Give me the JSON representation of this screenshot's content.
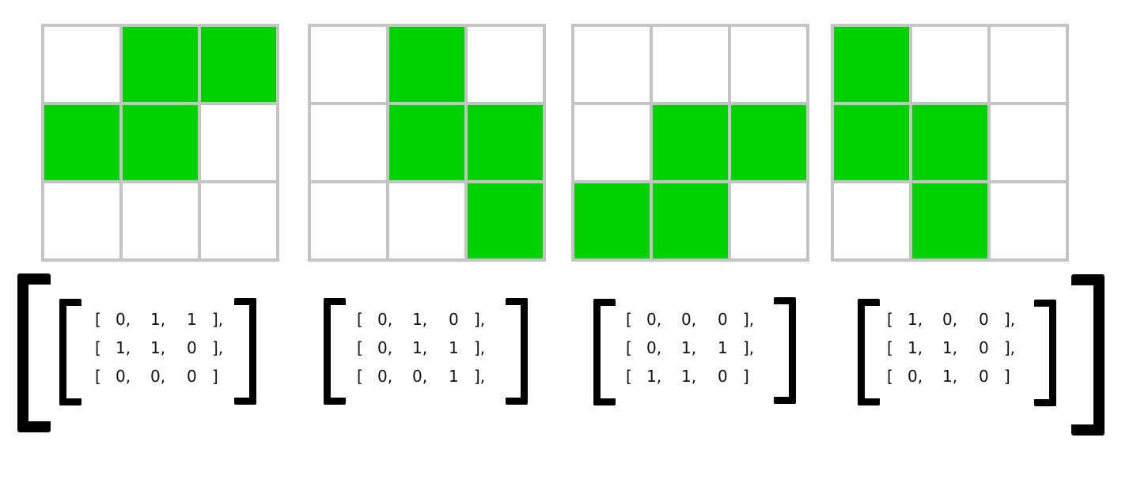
{
  "grids": [
    {
      "cells": [
        [
          0,
          1,
          1
        ],
        [
          1,
          1,
          0
        ],
        [
          0,
          0,
          0
        ]
      ]
    },
    {
      "cells": [
        [
          0,
          1,
          0
        ],
        [
          0,
          1,
          1
        ],
        [
          0,
          0,
          1
        ]
      ]
    },
    {
      "cells": [
        [
          0,
          0,
          0
        ],
        [
          0,
          1,
          1
        ],
        [
          1,
          1,
          0
        ]
      ]
    },
    {
      "cells": [
        [
          1,
          0,
          0
        ],
        [
          1,
          1,
          0
        ],
        [
          0,
          1,
          0
        ]
      ]
    }
  ],
  "matrices": [
    {
      "rows": [
        {
          "open": "[",
          "v": [
            "0,",
            "1,",
            "1"
          ],
          "close": "],"
        },
        {
          "open": "[",
          "v": [
            "1,",
            "1,",
            "0"
          ],
          "close": "],"
        },
        {
          "open": "[",
          "v": [
            "0,",
            "0,",
            "0"
          ],
          "close": "]"
        }
      ]
    },
    {
      "rows": [
        {
          "open": "[",
          "v": [
            "0,",
            "1,",
            "0"
          ],
          "close": "],"
        },
        {
          "open": "[",
          "v": [
            "0,",
            "1,",
            "1"
          ],
          "close": "],"
        },
        {
          "open": "[",
          "v": [
            "0,",
            "0,",
            "1"
          ],
          "close": "],"
        }
      ]
    },
    {
      "rows": [
        {
          "open": "[",
          "v": [
            "0,",
            "0,",
            "0"
          ],
          "close": "],"
        },
        {
          "open": "[",
          "v": [
            "0,",
            "1,",
            "1"
          ],
          "close": "],"
        },
        {
          "open": "[",
          "v": [
            "1,",
            "1,",
            "0"
          ],
          "close": "]"
        }
      ]
    },
    {
      "rows": [
        {
          "open": "[",
          "v": [
            "1,",
            "0,",
            "0"
          ],
          "close": "],"
        },
        {
          "open": "[",
          "v": [
            "1,",
            "1,",
            "0"
          ],
          "close": "],"
        },
        {
          "open": "[",
          "v": [
            "0,",
            "1,",
            "0"
          ],
          "close": "]"
        }
      ]
    }
  ],
  "colors": {
    "filled": "#00d000",
    "empty": "#ffffff",
    "gridline": "#c4c4c4",
    "bracket": "#000000"
  }
}
